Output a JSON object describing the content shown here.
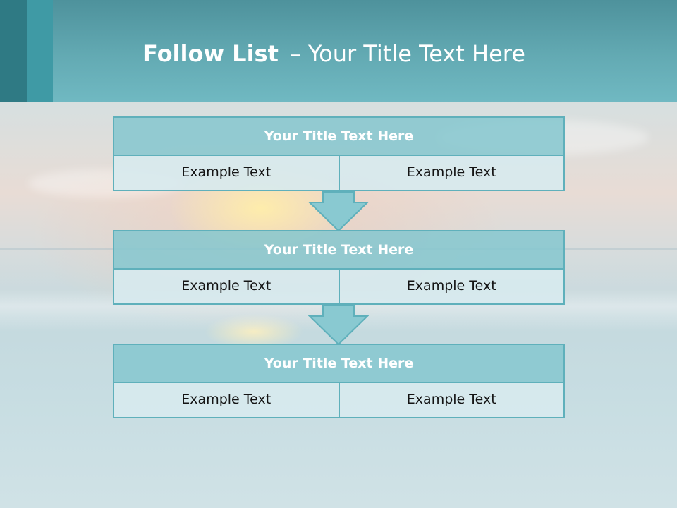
{
  "header": {
    "title_bold": "Follow List",
    "title_dash": "–",
    "title_rest": "Your Title Text Here"
  },
  "steps": [
    {
      "title": "Your Title Text Here",
      "left": "Example Text",
      "right": "Example Text"
    },
    {
      "title": "Your Title Text Here",
      "left": "Example Text",
      "right": "Example Text"
    },
    {
      "title": "Your Title Text Here",
      "left": "Example Text",
      "right": "Example Text"
    }
  ],
  "colors": {
    "header": "#63aab3",
    "box_border": "#5fb0bb",
    "title_fill": "#85c7cf",
    "cell_fill": "#d7eaee",
    "arrow_fill": "#89c9d1"
  }
}
